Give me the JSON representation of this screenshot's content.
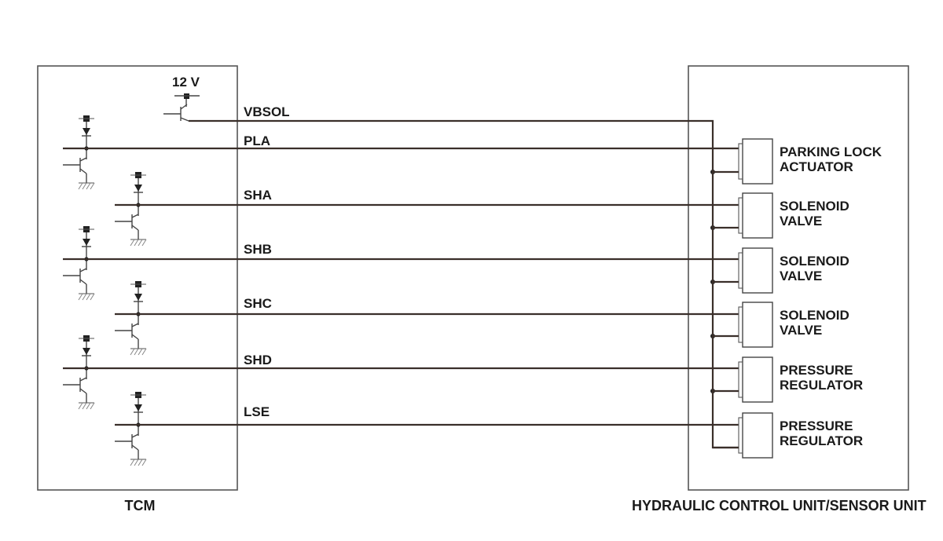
{
  "tcm": {
    "label": "TCM",
    "supply_label": "12 V"
  },
  "hcu": {
    "label": "HYDRAULIC CONTROL UNIT/SENSOR UNIT"
  },
  "supply_line": {
    "label": "VBSOL"
  },
  "signals": [
    {
      "label": "PLA",
      "device_line1": "PARKING LOCK",
      "device_line2": "ACTUATOR"
    },
    {
      "label": "SHA",
      "device_line1": "SOLENOID",
      "device_line2": "VALVE"
    },
    {
      "label": "SHB",
      "device_line1": "SOLENOID",
      "device_line2": "VALVE"
    },
    {
      "label": "SHC",
      "device_line1": "SOLENOID",
      "device_line2": "VALVE"
    },
    {
      "label": "SHD",
      "device_line1": "PRESSURE",
      "device_line2": "REGULATOR"
    },
    {
      "label": "LSE",
      "device_line1": "PRESSURE",
      "device_line2": "REGULATOR"
    }
  ]
}
